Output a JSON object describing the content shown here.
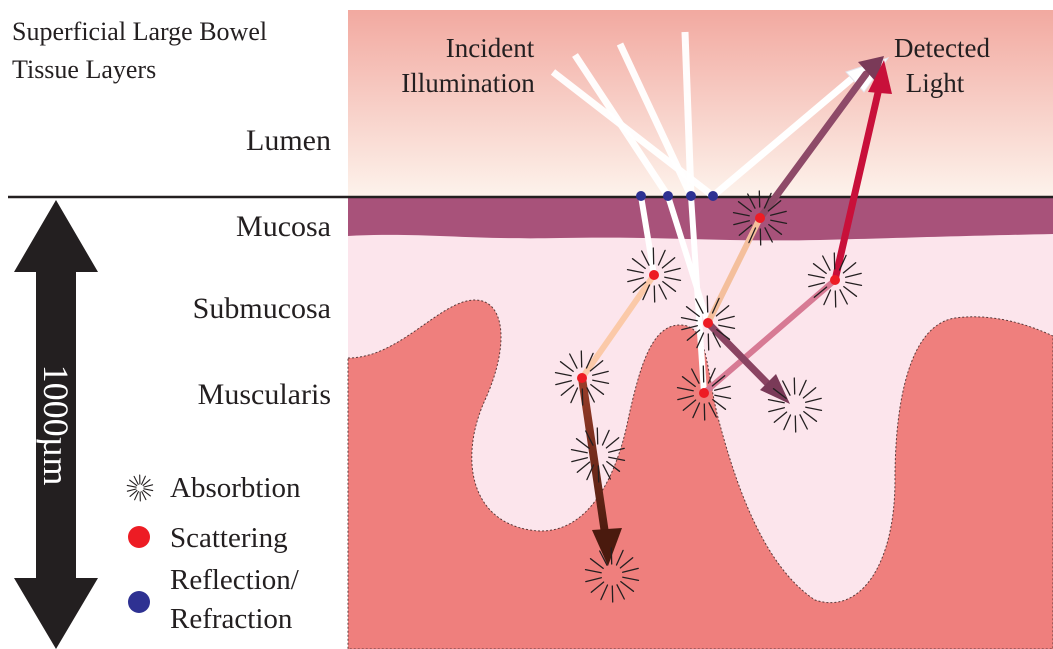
{
  "title": {
    "line1": "Superficial Large Bowel",
    "line2": "Tissue Layers"
  },
  "layers": {
    "lumen": "Lumen",
    "mucosa": "Mucosa",
    "submucosa": "Submucosa",
    "muscularis": "Muscularis"
  },
  "beams": {
    "incident_line1": "Incident",
    "incident_line2": "Illumination",
    "detected_line1": "Detected",
    "detected_line2": "Light"
  },
  "scale_bar": {
    "label": "1000µm"
  },
  "legend": {
    "absorption": "Absorbtion",
    "scattering": "Scattering",
    "reflection_line1": "Reflection/",
    "reflection_line2": "Refraction"
  },
  "colors": {
    "lumen_top": "#f2a9a0",
    "mucosa": "#a8527a",
    "submucosa": "#fce5ec",
    "muscularis": "#ef7f7d",
    "scattering_dot": "#ed1c24",
    "reflection_dot": "#2e3192",
    "scale_arrow": "#231f20"
  }
}
